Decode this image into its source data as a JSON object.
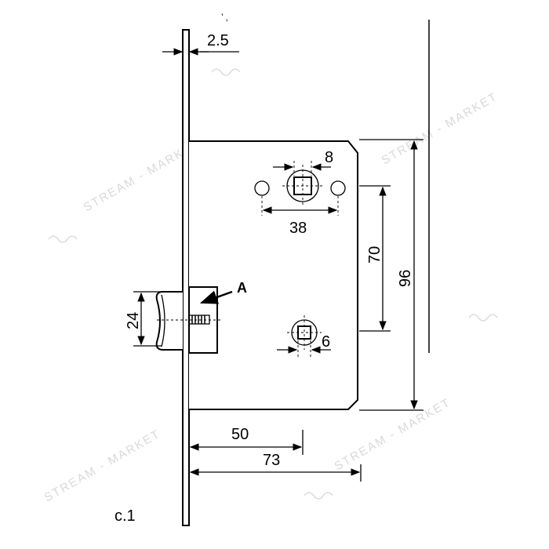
{
  "dimensions": {
    "faceplate_thickness": "2.5",
    "spindle_square": "8",
    "mount_holes_spacing": "38",
    "centre_distance": "70",
    "overall_height": "96",
    "latch_height": "24",
    "cylinder_square": "6",
    "backset": "50",
    "body_depth": "73"
  },
  "labels": {
    "callout_a": "A",
    "figure_number": "с.1",
    "top_mark": "’ ,"
  },
  "watermark": {
    "text": "STREAM - MARKET"
  },
  "colors": {
    "line": "#000000",
    "watermark": "#d9d9d9",
    "background": "#ffffff"
  }
}
